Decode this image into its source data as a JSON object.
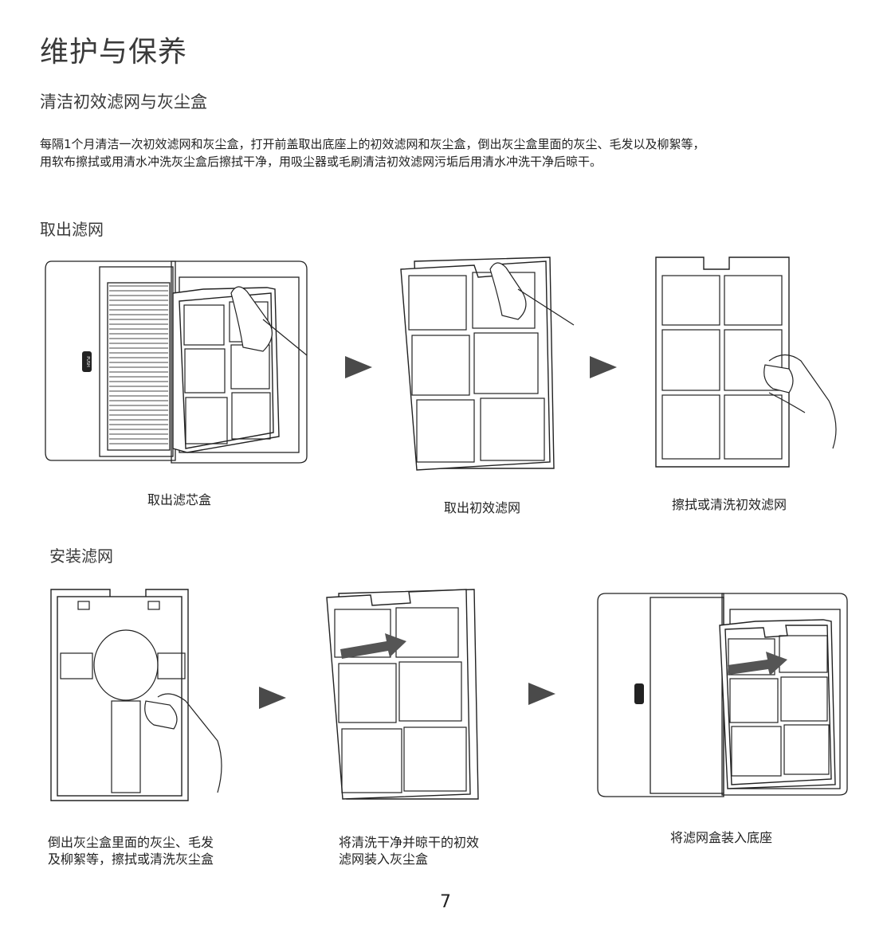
{
  "page_title": "维护与保养",
  "section_title": "清洁初效滤网与灰尘盒",
  "intro_lines": [
    "每隔1个月清洁一次初效滤网和灰尘盒，打开前盖取出底座上的初效滤网和灰尘盒，倒出灰尘盒里面的灰尘、毛发以及柳絮等，",
    "用软布擦拭或用清水冲洗灰尘盒后擦拭干净，用吸尘器或毛刷清洁初效滤网污垢后用清水冲洗干净后晾干。"
  ],
  "remove": {
    "heading": "取出滤网",
    "captions": [
      "取出滤芯盒",
      "取出初效滤网",
      "擦拭或清洗初效滤网"
    ]
  },
  "install": {
    "heading": "安装滤网",
    "captions": [
      [
        "倒出灰尘盒里面的灰尘、毛发",
        "及柳絮等，擦拭或清洗灰尘盒"
      ],
      [
        "将清洗干净并晾干的初效",
        "滤网装入灰尘盒"
      ],
      [
        "将滤网盒装入底座"
      ]
    ]
  },
  "device_label": "PUSH",
  "page_number": "7",
  "colors": {
    "arrow": "#4a4a4a",
    "line": "#222222"
  }
}
